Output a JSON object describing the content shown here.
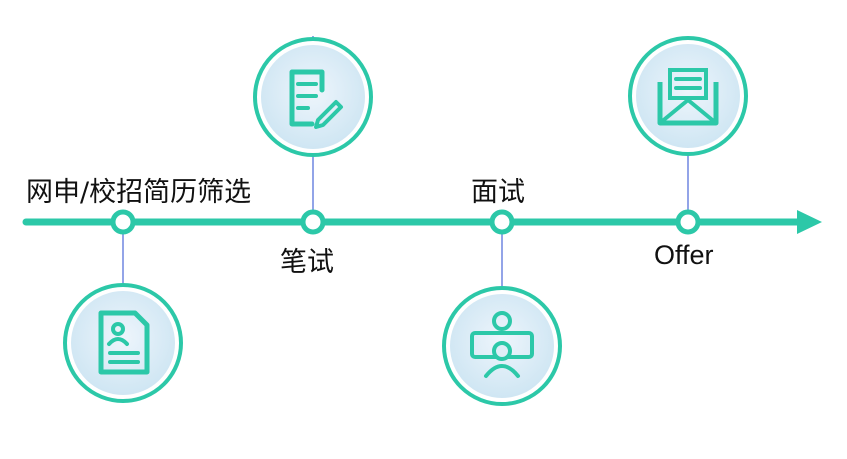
{
  "steps": [
    {
      "label": "网申/校招简历筛选",
      "icon": "resume-icon"
    },
    {
      "label": "笔试",
      "icon": "written-test-icon"
    },
    {
      "label": "面试",
      "icon": "interview-icon"
    },
    {
      "label": "Offer",
      "icon": "offer-envelope-icon"
    }
  ],
  "colors": {
    "teal": "#2cc8a8",
    "connector": "#6f86e0",
    "badge_fill": "#d6ebf6",
    "badge_inner": "#e8f1fb"
  }
}
